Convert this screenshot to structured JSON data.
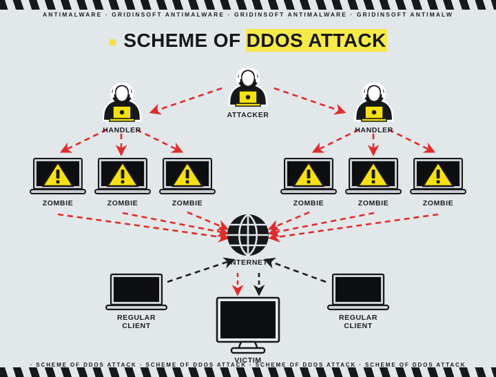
{
  "page": {
    "background_color": "#e2e7ea",
    "accent_yellow": "#f7e94a",
    "attack_arrow_color": "#e02b2b",
    "normal_arrow_color": "#1b1d1f",
    "ink_color": "#16181a"
  },
  "header": {
    "ticker_text": "ANTIMALWARE  ·  GRIDINSOFT ANTIMALWARE  ·  GRIDINSOFT ANTIMALWARE  ·  GRIDINSOFT ANTIMALW",
    "title_prefix": "SCHEME OF ",
    "title_highlight": "DDOS ATTACK",
    "bullet_icon": "yellow-square-bullet"
  },
  "footer": {
    "ticker_text": "·  SCHEME OF DDOS ATTACK  ·  SCHEME OF DDOS ATTACK  ·  SCHEME OF DDOS ATTACK  ·  SCHEME OF DDOS ATTACK"
  },
  "diagram": {
    "attacker": {
      "label": "ATTACKER",
      "icon": "hacker-with-laptop-icon"
    },
    "handlers": [
      {
        "label": "HANDLER",
        "icon": "hacker-with-laptop-icon"
      },
      {
        "label": "HANDLER",
        "icon": "hacker-with-laptop-icon"
      }
    ],
    "zombies": [
      {
        "label": "ZOMBIE",
        "icon": "laptop-warning-icon"
      },
      {
        "label": "ZOMBIE",
        "icon": "laptop-warning-icon"
      },
      {
        "label": "ZOMBIE",
        "icon": "laptop-warning-icon"
      },
      {
        "label": "ZOMBIE",
        "icon": "laptop-warning-icon"
      },
      {
        "label": "ZOMBIE",
        "icon": "laptop-warning-icon"
      },
      {
        "label": "ZOMBIE",
        "icon": "laptop-warning-icon"
      }
    ],
    "internet": {
      "label": "INTERNET",
      "icon": "globe-icon"
    },
    "clients": [
      {
        "label": "REGULAR\nCLIENT",
        "icon": "laptop-icon"
      },
      {
        "label": "REGULAR\nCLIENT",
        "icon": "laptop-icon"
      }
    ],
    "victim": {
      "label": "VICTIM",
      "icon": "desktop-monitor-icon"
    }
  }
}
